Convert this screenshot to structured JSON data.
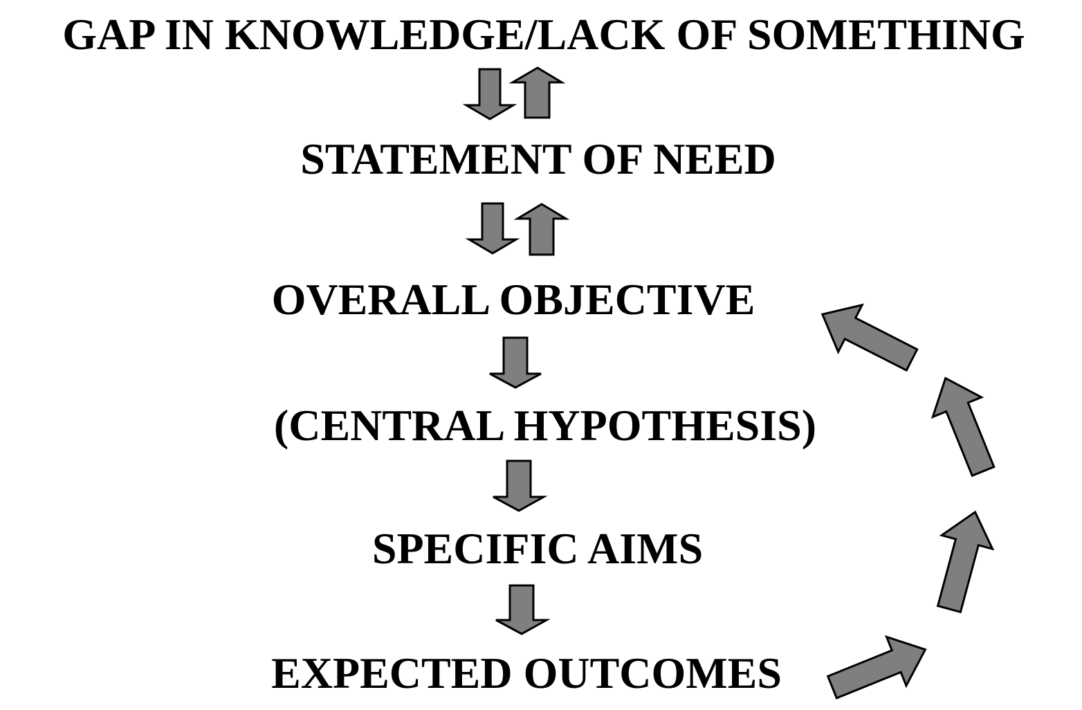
{
  "diagram": {
    "nodes": [
      {
        "id": "gap",
        "label": "GAP IN KNOWLEDGE/LACK OF SOMETHING"
      },
      {
        "id": "need",
        "label": "STATEMENT OF NEED"
      },
      {
        "id": "objective",
        "label": "OVERALL OBJECTIVE"
      },
      {
        "id": "hypothesis",
        "label": "(CENTRAL HYPOTHESIS)"
      },
      {
        "id": "aims",
        "label": "SPECIFIC AIMS"
      },
      {
        "id": "outcomes",
        "label": "EXPECTED OUTCOMES"
      }
    ],
    "edges": [
      {
        "from": "gap",
        "to": "need",
        "bidirectional": true
      },
      {
        "from": "need",
        "to": "objective",
        "bidirectional": true
      },
      {
        "from": "objective",
        "to": "hypothesis",
        "bidirectional": false
      },
      {
        "from": "hypothesis",
        "to": "aims",
        "bidirectional": false
      },
      {
        "from": "aims",
        "to": "outcomes",
        "bidirectional": false
      },
      {
        "from": "outcomes",
        "to": "objective",
        "bidirectional": false,
        "style": "feedback-loop"
      }
    ],
    "colors": {
      "text": "#000000",
      "arrow_fill": "#7f7f7f",
      "arrow_stroke": "#000000",
      "background": "#ffffff"
    }
  }
}
